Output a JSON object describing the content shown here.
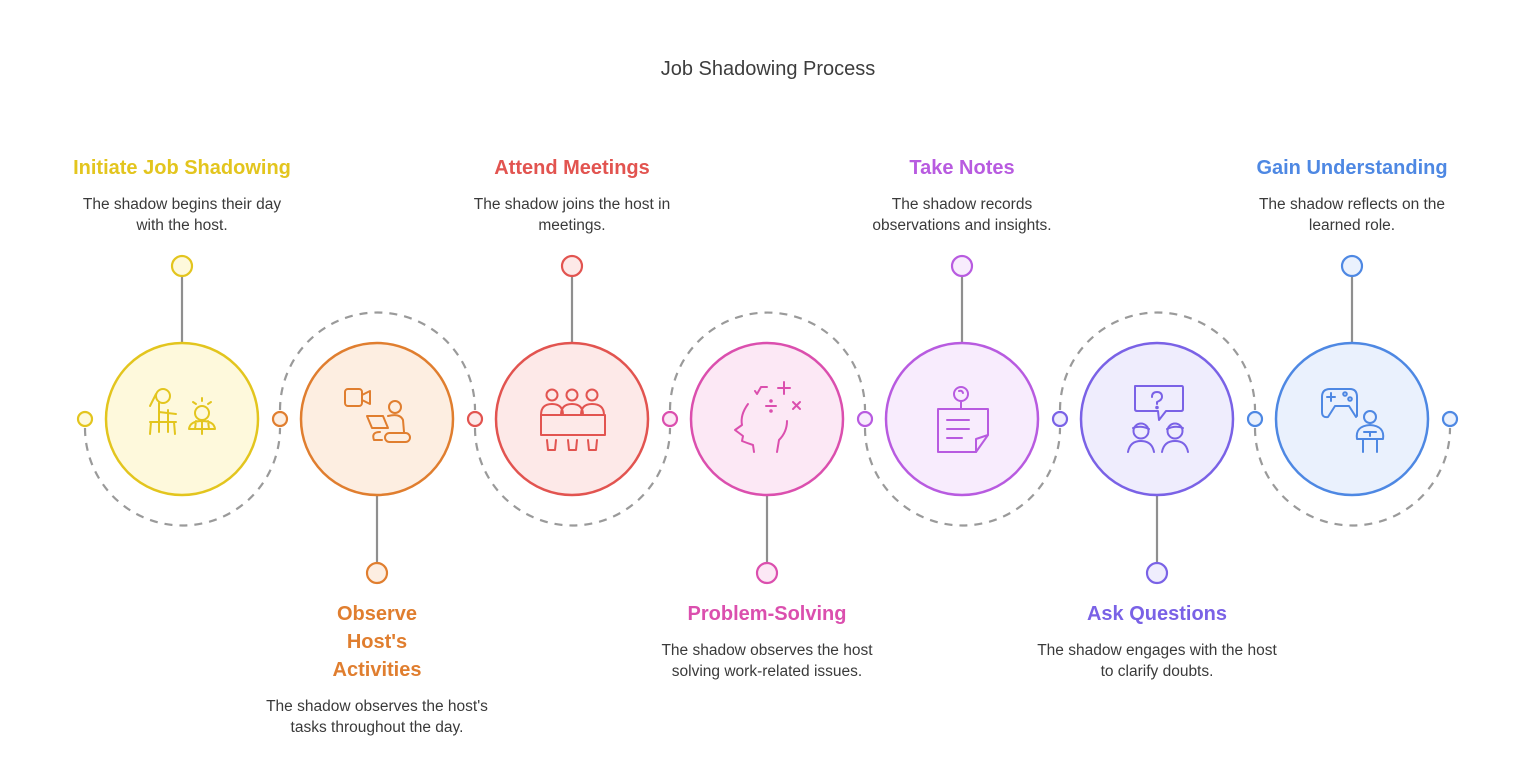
{
  "title": "Job Shadowing Process",
  "steps": [
    {
      "title": "Initiate Job Shadowing",
      "description": "The shadow begins their day with the host.",
      "color": "#E3C51E",
      "fill": "#FEF9DC",
      "icon": "teacher-child-icon",
      "position": "top"
    },
    {
      "title": "Observe Host's Activities",
      "description": "The shadow observes the host's tasks throughout the day.",
      "color": "#E07E2F",
      "fill": "#FDEEE1",
      "icon": "video-laptop-person-icon",
      "position": "bottom"
    },
    {
      "title": "Attend Meetings",
      "description": "The shadow joins the host in meetings.",
      "color": "#E25450",
      "fill": "#FDE9E8",
      "icon": "meeting-group-icon",
      "position": "top"
    },
    {
      "title": "Problem-Solving",
      "description": "The shadow observes the host solving work-related issues.",
      "color": "#DB4FAE",
      "fill": "#FCE8F5",
      "icon": "head-math-icon",
      "position": "bottom"
    },
    {
      "title": "Take Notes",
      "description": "The shadow records observations and insights.",
      "color": "#B85BE0",
      "fill": "#F8ECFD",
      "icon": "pinned-note-icon",
      "position": "top"
    },
    {
      "title": "Ask Questions",
      "description": "The shadow engages with the host to clarify doubts.",
      "color": "#7A62E6",
      "fill": "#EFEDFD",
      "icon": "question-bubble-people-icon",
      "position": "bottom"
    },
    {
      "title": "Gain Understanding",
      "description": "The shadow reflects on the learned role.",
      "color": "#4E88E3",
      "fill": "#EAF1FD",
      "icon": "gamepad-person-icon",
      "position": "top"
    }
  ],
  "connector_color": "#9a9a9a"
}
